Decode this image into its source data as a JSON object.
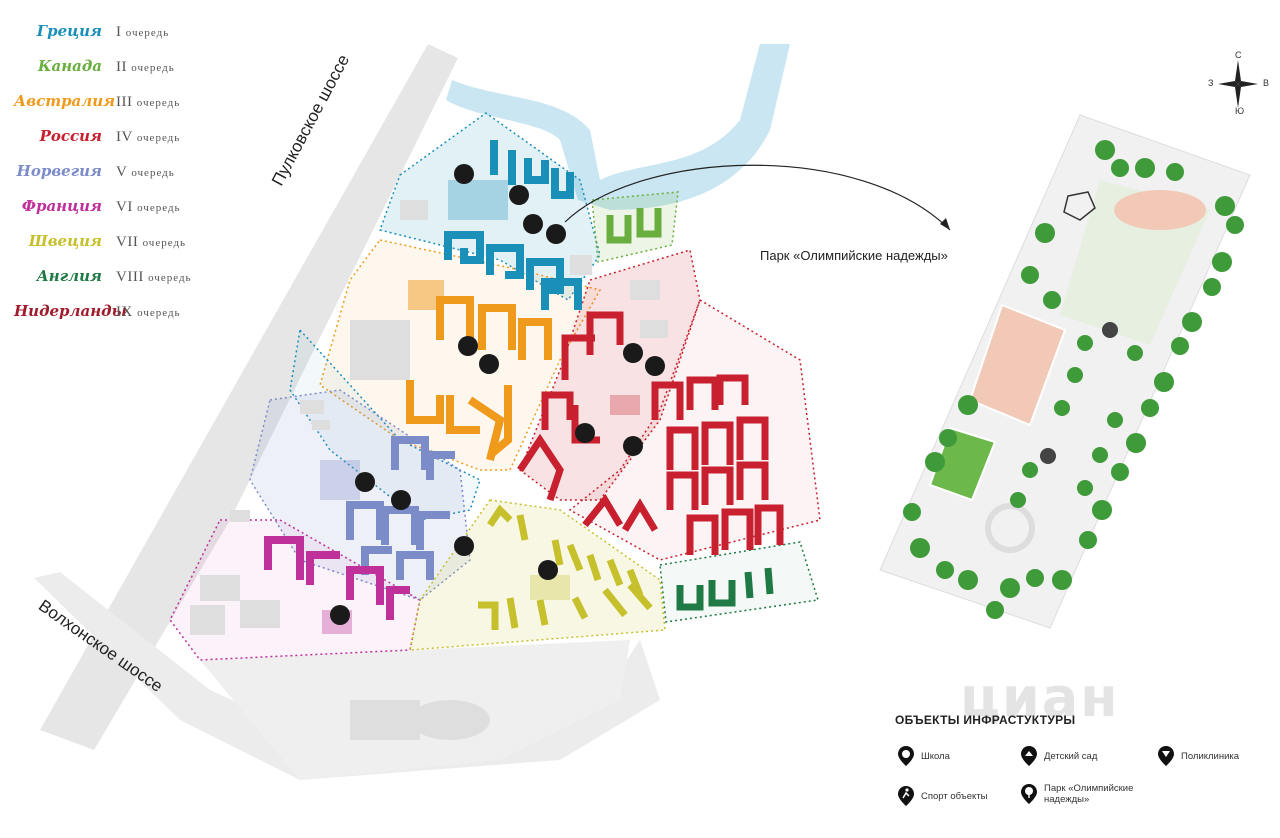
{
  "legend": [
    {
      "name": "Греция",
      "phase": "I",
      "suffix": "ОЧЕРЕДЬ",
      "color": "#1a8fb8"
    },
    {
      "name": "Канада",
      "phase": "II",
      "suffix": "ОЧЕРЕДЬ",
      "color": "#6aae3f"
    },
    {
      "name": "Австралия",
      "phase": "III",
      "suffix": "ОЧЕРЕДЬ",
      "color": "#f09a1c"
    },
    {
      "name": "Россия",
      "phase": "IV",
      "suffix": "ОЧЕРЕДЬ",
      "color": "#c8202e"
    },
    {
      "name": "Норвегия",
      "phase": "V",
      "suffix": "ОЧЕРЕДЬ",
      "color": "#7b8cc8"
    },
    {
      "name": "Франция",
      "phase": "VI",
      "suffix": "ОЧЕРЕДЬ",
      "color": "#c0309a"
    },
    {
      "name": "Швеция",
      "phase": "VII",
      "suffix": "ОЧЕРЕДЬ",
      "color": "#c6c02c"
    },
    {
      "name": "Англия",
      "phase": "VIII",
      "suffix": "ОЧЕРЕДЬ",
      "color": "#1f7a45"
    },
    {
      "name": "Нидерланды",
      "phase": "IX",
      "suffix": "ОЧЕРЕДЬ",
      "color": "#a01c2c"
    }
  ],
  "roads": {
    "pulkovo": "Пулковское шоссе",
    "volkhon": "Волхонское шоссе"
  },
  "park_label": "Парк «Олимпийские надежды»",
  "compass": {
    "n": "С",
    "s": "Ю",
    "w": "З",
    "e": "В"
  },
  "infrastructure": {
    "title": "ОБЪЕКТЫ ИНФРАСТУКТУРЫ",
    "items": [
      {
        "label": "Школа",
        "icon": "school-icon"
      },
      {
        "label": "Детский сад",
        "icon": "kindergarten-icon"
      },
      {
        "label": "Поликлиника",
        "icon": "clinic-icon"
      },
      {
        "label": "Спорт объекты",
        "icon": "sport-icon"
      },
      {
        "label": "Парк «Олимпийские надежды»",
        "icon": "park-icon"
      }
    ]
  },
  "watermark": "циан",
  "colors": {
    "road": "#e6e6e6",
    "water": "#c9e6f2",
    "park_green": "#6cb84a",
    "tree": "#3f9a3a",
    "field": "#f2c9b6"
  }
}
